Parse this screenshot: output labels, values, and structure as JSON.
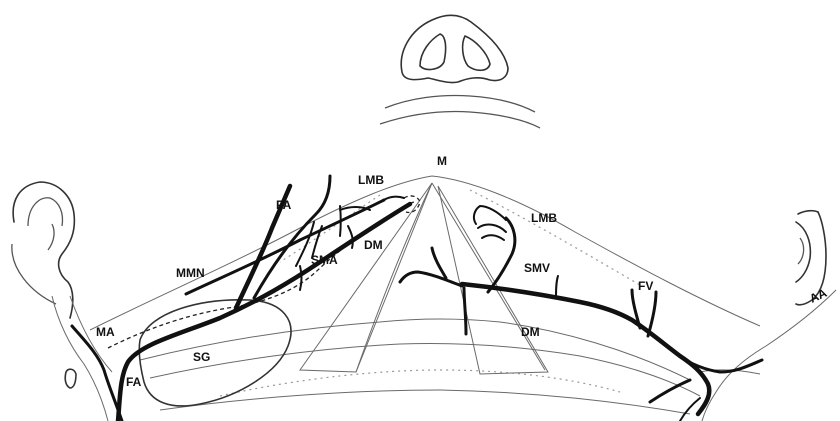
{
  "labels": {
    "m": "M",
    "lmb_left": "LMB",
    "lmb_right": "LMB",
    "fa_top": "FA",
    "mmn": "MMN",
    "sma": "SMA",
    "dm_left": "DM",
    "smv": "SMV",
    "fv": "FV",
    "aa": "AA",
    "ma": "MA",
    "sg": "SG",
    "fa_bottom": "FA",
    "dm_right": "DM"
  }
}
